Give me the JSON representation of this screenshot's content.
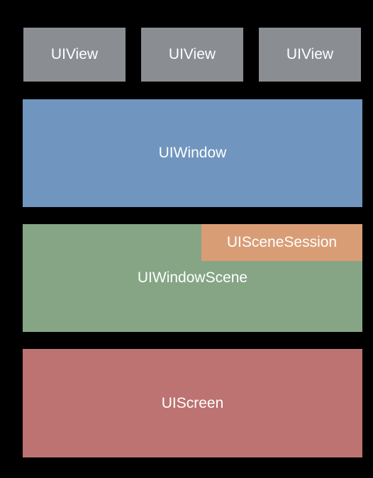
{
  "diagram": {
    "views": [
      {
        "label": "UIView",
        "color": "#8a8d92"
      },
      {
        "label": "UIView",
        "color": "#8a8d92"
      },
      {
        "label": "UIView",
        "color": "#8a8d92"
      }
    ],
    "window": {
      "label": "UIWindow",
      "color": "#7095be"
    },
    "scene": {
      "label": "UIWindowScene",
      "color": "#85a585"
    },
    "session": {
      "label": "UISceneSession",
      "color": "#d99d76"
    },
    "screen": {
      "label": "UIScreen",
      "color": "#bc7371"
    },
    "background": "#000000"
  }
}
